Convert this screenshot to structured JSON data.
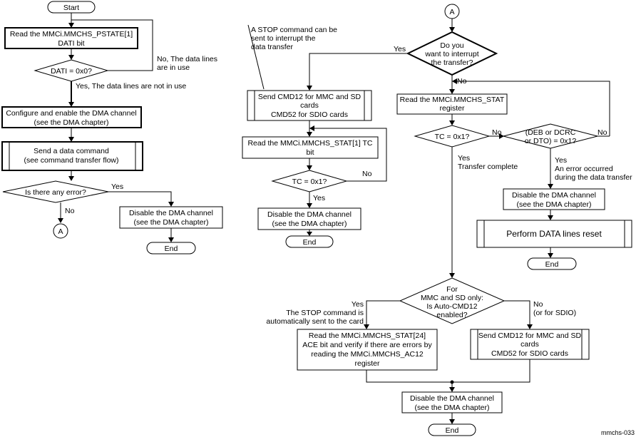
{
  "figure_id": "mmchs-033",
  "left": {
    "start": "Start",
    "read_pstate": [
      "Read the MMCi.MMCHS_PSTATE[1]",
      "DATI bit"
    ],
    "dati_decision": "DATI = 0x0?",
    "dati_no": [
      "No, The data lines",
      "are in use"
    ],
    "dati_yes": "Yes, The data lines are not in use",
    "configure_dma": [
      "Configure and enable the DMA channel",
      "(see the DMA chapter)"
    ],
    "send_data_cmd": [
      "Send a data command",
      "(see command transfer flow)"
    ],
    "error_decision": "Is there any error?",
    "error_yes": "Yes",
    "error_no": "No",
    "connector_a": "A",
    "disable_dma": [
      "Disable the DMA channel",
      "(see the DMA chapter)"
    ],
    "end": "End"
  },
  "middle": {
    "note": [
      "A STOP command can be",
      "sent to interrupt the",
      "data transfer"
    ],
    "send_cmd12": [
      "Send CMD12 for MMC and SD",
      "cards",
      "CMD52 for SDIO cards"
    ],
    "read_stat1": [
      "Read the MMCi.MMCHS_STAT[1] TC",
      "bit"
    ],
    "tc_decision": "TC = 0x1?",
    "tc_no": "No",
    "tc_yes": "Yes",
    "disable_dma": [
      "Disable the DMA channel",
      "(see the DMA chapter)"
    ],
    "end": "End"
  },
  "right": {
    "connector_a": "A",
    "interrupt_decision": [
      "Do you",
      "want to interrupt",
      "the transfer?"
    ],
    "interrupt_yes": "Yes",
    "interrupt_no": "No",
    "read_stat": [
      "Read the MMCi.MMCHS_STAT",
      "register"
    ],
    "tc_decision": "TC = 0x1?",
    "tc_no": "No",
    "tc_yes": [
      "Yes",
      "Transfer complete"
    ],
    "err_decision": [
      "(DEB or DCRC",
      "or DTO) = 0x1?"
    ],
    "err_no": "No",
    "err_yes": [
      "Yes",
      "An error occurred",
      "during the data transfer"
    ],
    "disable_dma": [
      "Disable the DMA channel",
      "(see the DMA chapter)"
    ],
    "data_reset": "Perform DATA lines reset",
    "end": "End",
    "auto_decision": [
      "For",
      "MMC and SD only:",
      "Is Auto-CMD12",
      "enabled?"
    ],
    "auto_yes": [
      "Yes",
      "The STOP command is",
      "automatically sent to the card"
    ],
    "auto_no": [
      "No",
      "(or for SDIO)"
    ],
    "read_stat24": [
      "Read the MMCi.MMCHS_STAT[24]",
      "ACE bit and verify if there are errors by",
      "reading the MMCi.MMCHS_AC12",
      "register"
    ],
    "send_cmd12": [
      "Send CMD12 for MMC and SD",
      "cards",
      "CMD52 for SDIO cards"
    ],
    "final_disable_dma": [
      "Disable the DMA channel",
      "(see the DMA chapter)"
    ],
    "final_end": "End"
  }
}
